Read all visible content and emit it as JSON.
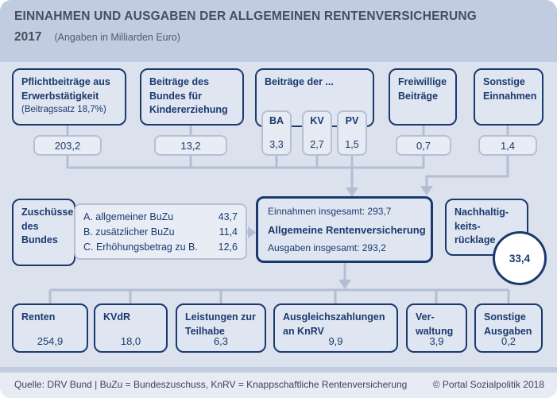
{
  "colors": {
    "accent_navy": "#1a3a6e",
    "connector": "#b3bed3",
    "panel": "#c2cce0",
    "diagram_bg": "#dce2ed"
  },
  "header": {
    "title_line1": "EINNAHMEN UND AUSGABEN DER ALLGEMEINEN RENTENVERSICHERUNG",
    "year": "2017",
    "unit_note": "(Angaben in Milliarden Euro)"
  },
  "income": {
    "boxes": [
      {
        "id": "pflichtbeitraege",
        "lines": [
          "Pflichtbeiträge aus",
          "Erwerbstätigkeit"
        ],
        "note": "(Beitragssatz 18,7%)",
        "value": "203,2"
      },
      {
        "id": "kindererziehung",
        "lines": [
          "Beiträge des",
          "Bundes für",
          "Kindererziehung"
        ],
        "value": "13,2"
      },
      {
        "id": "beitraege-der",
        "title": "Beiträge der ...",
        "subs": [
          {
            "label": "BA",
            "value": "3,3"
          },
          {
            "label": "KV",
            "value": "2,7"
          },
          {
            "label": "PV",
            "value": "1,5"
          }
        ]
      },
      {
        "id": "freiwillige",
        "lines": [
          "Freiwillige",
          "Beiträge"
        ],
        "value": "0,7"
      },
      {
        "id": "sonstige-einnahmen",
        "lines": [
          "Sonstige",
          "Einnahmen"
        ],
        "value": "1,4"
      }
    ]
  },
  "subsidies": {
    "label_lines": [
      "Zuschüsse",
      "des",
      "Bundes"
    ],
    "items": [
      {
        "label": "A. allgemeiner BuZu",
        "value": "43,7"
      },
      {
        "label": "B. zusätzlicher BuZu",
        "value": "11,4"
      },
      {
        "label": "C. Erhöhungsbetrag zu B.",
        "value": "12,6"
      }
    ]
  },
  "center": {
    "income_label": "Einnahmen insgesamt:",
    "income_value": "293,7",
    "name": "Allgemeine Rentenversicherung",
    "expense_label": "Ausgaben insgesamt:",
    "expense_value": "293,2"
  },
  "reserve": {
    "label_lines": [
      "Nachhaltig-",
      "keits-",
      "rücklage"
    ],
    "value": "33,4"
  },
  "expenses": {
    "boxes": [
      {
        "id": "renten",
        "lines": [
          "Renten"
        ],
        "value": "254,9"
      },
      {
        "id": "kvdr",
        "lines": [
          "KVdR"
        ],
        "value": "18,0"
      },
      {
        "id": "teilhabe",
        "lines": [
          "Leistungen zur",
          "Teilhabe"
        ],
        "value": "6,3"
      },
      {
        "id": "knrv",
        "lines": [
          "Ausgleichszahlungen",
          "an KnRV"
        ],
        "value": "9,9"
      },
      {
        "id": "verwaltung",
        "lines": [
          "Ver-",
          "waltung"
        ],
        "value": "3,9"
      },
      {
        "id": "sonstige-ausgaben",
        "lines": [
          "Sonstige",
          "Ausgaben"
        ],
        "value": "0,2"
      }
    ]
  },
  "footer": {
    "source": "Quelle: DRV Bund | BuZu = Bundeszuschuss, KnRV = Knappschaftliche Rentenversicherung",
    "copyright": "© Portal Sozialpolitik 2018"
  }
}
